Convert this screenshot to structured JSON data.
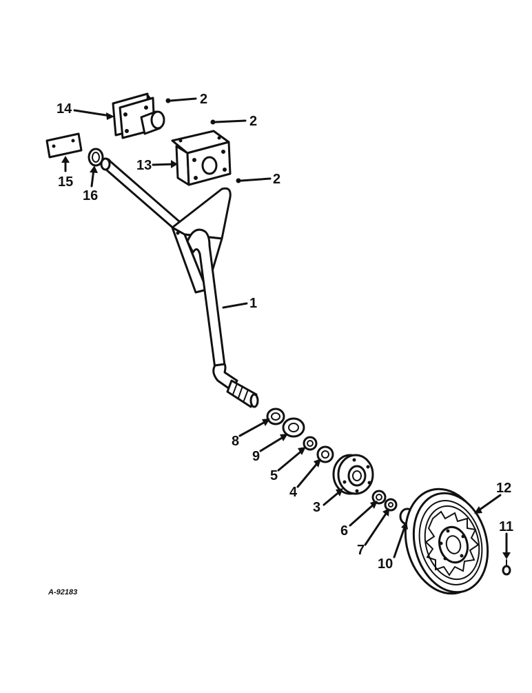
{
  "figure_id": "A-92183",
  "callouts": {
    "c1": "1",
    "c2a": "2",
    "c2b": "2",
    "c2c": "2",
    "c3": "3",
    "c4": "4",
    "c5": "5",
    "c6": "6",
    "c7": "7",
    "c8": "8",
    "c9": "9",
    "c10": "10",
    "c11": "11",
    "c12": "12",
    "c13": "13",
    "c14": "14",
    "c15": "15",
    "c16": "16"
  }
}
